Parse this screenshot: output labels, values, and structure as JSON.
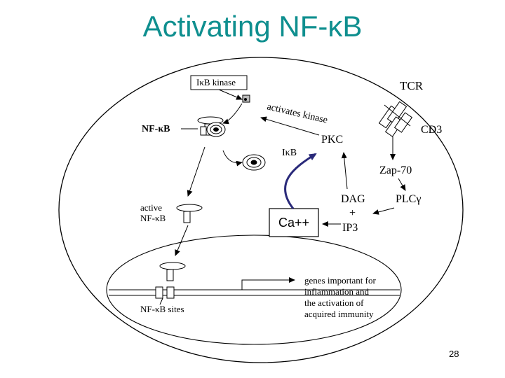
{
  "title": "Activating NF-κB",
  "page_number": "28",
  "labels": {
    "ikb_kinase": "IκB kinase",
    "activates_kinase": "activates kinase",
    "tcr": "TCR",
    "nfkb": "NF-κB",
    "cd3": "CD3",
    "pkc": "PKC",
    "ikb": "IκB",
    "zap70": "Zap-70",
    "dag": "DAG",
    "plus": "+",
    "ip3": "IP3",
    "plcy": "PLCγ",
    "active": "active",
    "active_nfkb": "NF-κB",
    "ca": "Ca++",
    "nfkb_sites": "NF-κB sites",
    "genes_line1": "genes important for",
    "genes_line2": "inflammation and",
    "genes_line3": "the activation of",
    "genes_line4": "acquired immunity"
  },
  "colors": {
    "title": "#0f8f8f",
    "ca_arrow": "#2a2a7a"
  }
}
